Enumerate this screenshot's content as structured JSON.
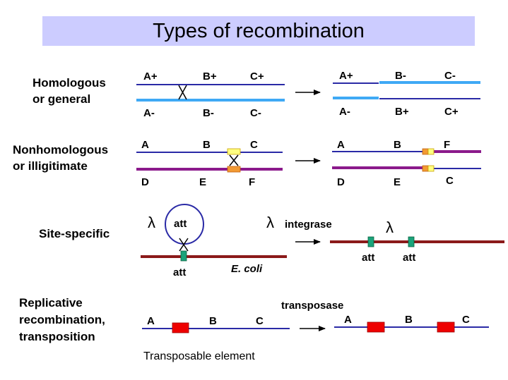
{
  "title": "Types of recombination",
  "colors": {
    "title_bg": "#ccccff",
    "chromosome_navy": "#2a2aa6",
    "chromosome_blue": "#3fa9f5",
    "purple": "#8b1a8b",
    "ecoli_red": "#8b1a1a",
    "att_green": "#1aa37a",
    "box_yellow": "#ffff80",
    "box_orange": "#f29a33",
    "transposon_red": "#ee0000"
  },
  "rows": {
    "homologous": {
      "label_line1": "Homologous",
      "label_line2": "or general",
      "left_top": [
        "A+",
        "B+",
        "C+"
      ],
      "left_bottom": [
        "A-",
        "B-",
        "C-"
      ],
      "right_top": [
        "A+",
        "B-",
        "C-"
      ],
      "right_bottom": [
        "A-",
        "B+",
        "C+"
      ]
    },
    "nonhomologous": {
      "label_line1": "Nonhomologous",
      "label_line2": "or illigitimate",
      "left_top": [
        "A",
        "B",
        "C"
      ],
      "left_bottom": [
        "D",
        "E",
        "F"
      ],
      "right_top": [
        "A",
        "B",
        "F"
      ],
      "right_bottom": [
        "D",
        "E",
        "C"
      ]
    },
    "site_specific": {
      "label": "Site-specific",
      "lambda": "λ",
      "att": "att",
      "ecoli": "E. coli",
      "enzyme": "integrase"
    },
    "replicative": {
      "label_line1": "Replicative",
      "label_line2": "recombination,",
      "label_line3": "transposition",
      "left_labels": [
        "A",
        "B",
        "C"
      ],
      "right_labels": [
        "A",
        "B",
        "C"
      ],
      "enzyme": "transposase",
      "caption": "Transposable element"
    }
  }
}
